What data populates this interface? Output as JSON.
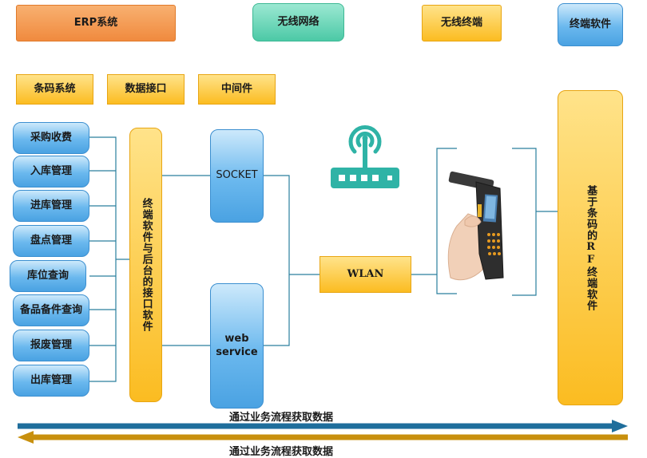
{
  "headers": {
    "erp": "ERP系统",
    "wireless_network": "无线网络",
    "wireless_terminal": "无线终端",
    "terminal_software": "终端软件"
  },
  "sub_headers": {
    "barcode_system": "条码系统",
    "data_interface": "数据接口",
    "middleware": "中间件"
  },
  "modules": [
    "采购收费",
    "入库管理",
    "进库管理",
    "盘点管理",
    "库位查询",
    "备品备件查询",
    "报废管理",
    "出库管理"
  ],
  "interface_software": "终端软件与后台的接口软件",
  "socket": "SOCKET",
  "web_service": "web service",
  "wlan": "WLAN",
  "rf_software": "基于条码的RF终端软件",
  "arrows": {
    "forward_label": "通过业务流程获取数据",
    "backward_label": "通过业务流程获取数据",
    "forward_color": "#1f6e9c",
    "backward_color": "#c8900e"
  },
  "icons": [
    "router-icon",
    "handheld-scanner-icon"
  ]
}
